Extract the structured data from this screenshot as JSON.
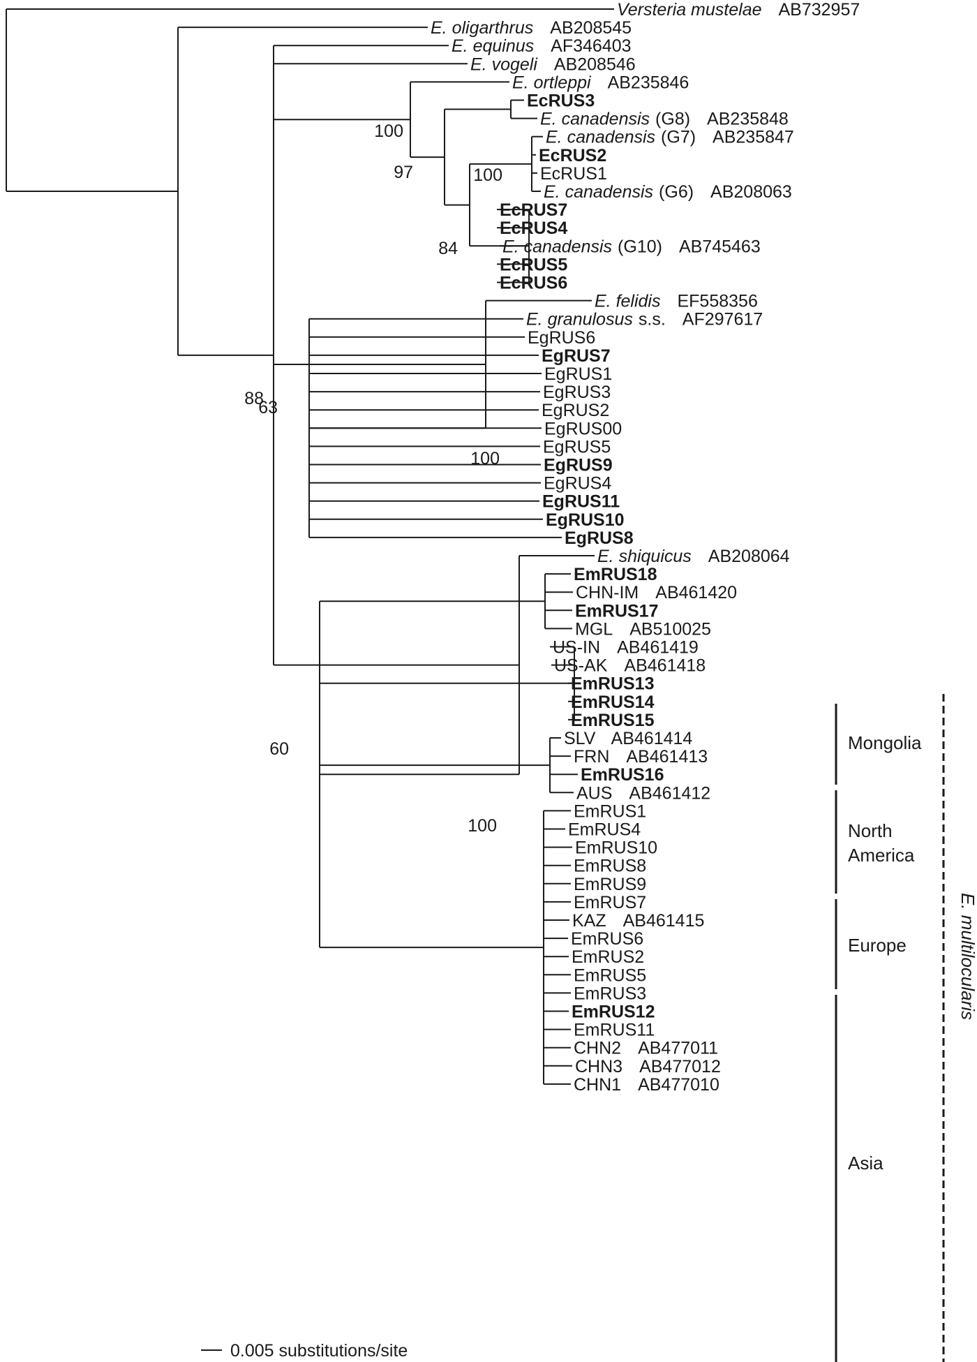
{
  "tree": {
    "name": "root",
    "children": [
      {
        "label": {
          "it": "Versteria mustelae",
          "acc": "AB732957"
        }
      },
      {
        "support": "88",
        "children": [
          {
            "label": {
              "it": "E. oligarthrus",
              "acc": "AB208545"
            }
          },
          {
            "children": [
              {
                "label": {
                  "it": "E. equinus",
                  "acc": "AF346403"
                }
              },
              {
                "label": {
                  "it": "E. vogeli",
                  "acc": "AB208546"
                }
              },
              {
                "support": "100",
                "children": [
                  {
                    "label": {
                      "it": "E. ortleppi",
                      "acc": "AB235846"
                    }
                  },
                  {
                    "support": "97",
                    "children": [
                      {
                        "children": [
                          {
                            "label": {
                              "code": "EcRUS3",
                              "bold": true
                            }
                          },
                          {
                            "label": {
                              "it": "E. canadensis",
                              "mid": "(G8)",
                              "acc": "AB235848"
                            }
                          }
                        ]
                      },
                      {
                        "support": "84",
                        "children": [
                          {
                            "support": "100",
                            "children": [
                              {
                                "label": {
                                  "it": "E. canadensis",
                                  "mid": "(G7)",
                                  "acc": "AB235847"
                                }
                              },
                              {
                                "label": {
                                  "code": "EcRUS2",
                                  "bold": true
                                }
                              },
                              {
                                "label": {
                                  "code": "EcRUS1"
                                }
                              },
                              {
                                "label": {
                                  "it": "E. canadensis",
                                  "mid": "(G6)",
                                  "acc": "AB208063"
                                }
                              }
                            ]
                          },
                          {
                            "children": [
                              {
                                "label": {
                                  "code": "EcRUS7",
                                  "bold": true
                                }
                              },
                              {
                                "label": {
                                  "code": "EcRUS4",
                                  "bold": true
                                }
                              },
                              {
                                "label": {
                                  "it": "E. canadensis",
                                  "mid": "(G10)",
                                  "acc": "AB745463"
                                }
                              },
                              {
                                "label": {
                                  "code": "EcRUS5",
                                  "bold": true
                                }
                              },
                              {
                                "label": {
                                  "code": "EcRUS6",
                                  "bold": true
                                }
                              }
                            ]
                          }
                        ]
                      }
                    ]
                  }
                ]
              },
              {
                "support": "63",
                "children": [
                  {
                    "label": {
                      "it": "E. felidis",
                      "acc": "EF558356"
                    }
                  },
                  {
                    "support": "100",
                    "children": [
                      {
                        "label": {
                          "it": "E. granulosus",
                          "mid": "s.s.",
                          "acc": "AF297617"
                        }
                      },
                      {
                        "label": {
                          "code": "EgRUS6"
                        }
                      },
                      {
                        "label": {
                          "code": "EgRUS7",
                          "bold": true
                        }
                      },
                      {
                        "label": {
                          "code": "EgRUS1"
                        }
                      },
                      {
                        "label": {
                          "code": "EgRUS3"
                        }
                      },
                      {
                        "label": {
                          "code": "EgRUS2"
                        }
                      },
                      {
                        "label": {
                          "code": "EgRUS00"
                        }
                      },
                      {
                        "label": {
                          "code": "EgRUS5"
                        }
                      },
                      {
                        "label": {
                          "code": "EgRUS9",
                          "bold": true
                        }
                      },
                      {
                        "label": {
                          "code": "EgRUS4"
                        }
                      },
                      {
                        "label": {
                          "code": "EgRUS11",
                          "bold": true
                        }
                      },
                      {
                        "label": {
                          "code": "EgRUS10",
                          "bold": true
                        }
                      },
                      {
                        "label": {
                          "code": "EgRUS8",
                          "bold": true
                        }
                      }
                    ]
                  }
                ]
              },
              {
                "support": "60",
                "children": [
                  {
                    "label": {
                      "it": "E. shiquicus",
                      "acc": "AB208064"
                    }
                  },
                  {
                    "support": "100",
                    "children": [
                      {
                        "children": [
                          {
                            "label": {
                              "code": "EmRUS18",
                              "bold": true
                            }
                          },
                          {
                            "label": {
                              "code": "CHN-IM",
                              "acc": "AB461420"
                            }
                          },
                          {
                            "label": {
                              "code": "EmRUS17",
                              "bold": true
                            }
                          },
                          {
                            "label": {
                              "code": "MGL",
                              "acc": "AB510025"
                            }
                          }
                        ]
                      },
                      {
                        "children": [
                          {
                            "label": {
                              "code": "US-IN",
                              "acc": "AB461419"
                            }
                          },
                          {
                            "label": {
                              "code": "US-AK",
                              "acc": "AB461418"
                            }
                          },
                          {
                            "label": {
                              "code": "EmRUS13",
                              "bold": true
                            }
                          },
                          {
                            "label": {
                              "code": "EmRUS14",
                              "bold": true
                            }
                          },
                          {
                            "label": {
                              "code": "EmRUS15",
                              "bold": true
                            }
                          }
                        ]
                      },
                      {
                        "children": [
                          {
                            "label": {
                              "code": "SLV",
                              "acc": "AB461414"
                            }
                          },
                          {
                            "label": {
                              "code": "FRN",
                              "acc": "AB461413"
                            }
                          },
                          {
                            "label": {
                              "code": "EmRUS16",
                              "bold": true
                            }
                          },
                          {
                            "label": {
                              "code": "AUS",
                              "acc": "AB461412"
                            }
                          }
                        ]
                      },
                      {
                        "children": [
                          {
                            "label": {
                              "code": "EmRUS1"
                            }
                          },
                          {
                            "label": {
                              "code": "EmRUS4"
                            }
                          },
                          {
                            "label": {
                              "code": "EmRUS10"
                            }
                          },
                          {
                            "label": {
                              "code": "EmRUS8"
                            }
                          },
                          {
                            "label": {
                              "code": "EmRUS9"
                            }
                          },
                          {
                            "label": {
                              "code": "EmRUS7"
                            }
                          },
                          {
                            "label": {
                              "code": "KAZ",
                              "acc": "AB461415"
                            }
                          },
                          {
                            "label": {
                              "code": "EmRUS6"
                            }
                          },
                          {
                            "label": {
                              "code": "EmRUS2"
                            }
                          },
                          {
                            "label": {
                              "code": "EmRUS5"
                            }
                          },
                          {
                            "label": {
                              "code": "EmRUS3"
                            }
                          },
                          {
                            "label": {
                              "code": "EmRUS12",
                              "bold": true
                            }
                          },
                          {
                            "label": {
                              "code": "EmRUS11"
                            }
                          },
                          {
                            "label": {
                              "code": "CHN2",
                              "acc": "AB477011"
                            }
                          },
                          {
                            "label": {
                              "code": "CHN3",
                              "acc": "AB477012"
                            }
                          },
                          {
                            "label": {
                              "code": "CHN1",
                              "acc": "AB477010"
                            }
                          }
                        ]
                      }
                    ]
                  }
                ]
              }
            ]
          }
        ]
      }
    ]
  },
  "groups": [
    {
      "label": "Mongolia"
    },
    {
      "label": "North America"
    },
    {
      "label": "Europe"
    },
    {
      "label": "Asia"
    }
  ],
  "clade": {
    "label": "E. multilocularis"
  },
  "scale": {
    "label": "0.005 substitutions/site"
  }
}
